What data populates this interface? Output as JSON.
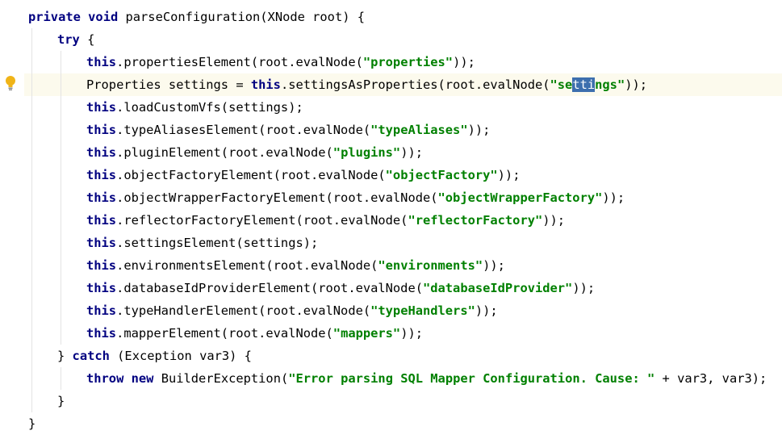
{
  "colors": {
    "keyword": "#000080",
    "string": "#008000",
    "text": "#000000",
    "current_line": "#fcfaed",
    "selection": "#3d6fae",
    "bulb": "#f0b418"
  },
  "gutter": {
    "icon": "lightbulb-icon"
  },
  "lines": [
    {
      "indent": 0,
      "tokens": [
        {
          "t": "kw",
          "v": "private"
        },
        {
          "t": "plain",
          "v": " "
        },
        {
          "t": "kw",
          "v": "void"
        },
        {
          "t": "plain",
          "v": " parseConfiguration(XNode root) {"
        }
      ]
    },
    {
      "indent": 1,
      "tokens": [
        {
          "t": "kw",
          "v": "try"
        },
        {
          "t": "plain",
          "v": " {"
        }
      ]
    },
    {
      "indent": 2,
      "tokens": [
        {
          "t": "kw",
          "v": "this"
        },
        {
          "t": "plain",
          "v": ".propertiesElement(root.evalNode("
        },
        {
          "t": "str",
          "v": "\"properties\""
        },
        {
          "t": "plain",
          "v": "));"
        }
      ]
    },
    {
      "indent": 2,
      "current": true,
      "tokens": [
        {
          "t": "plain",
          "v": "Properties settings = "
        },
        {
          "t": "kw",
          "v": "this"
        },
        {
          "t": "plain",
          "v": ".settingsAsProperties(root.evalNode("
        },
        {
          "t": "str",
          "v": "\"se"
        },
        {
          "t": "sel",
          "v": "tti"
        },
        {
          "t": "str",
          "v": "ngs\""
        },
        {
          "t": "plain",
          "v": "));"
        }
      ]
    },
    {
      "indent": 2,
      "tokens": [
        {
          "t": "kw",
          "v": "this"
        },
        {
          "t": "plain",
          "v": ".loadCustomVfs(settings);"
        }
      ]
    },
    {
      "indent": 2,
      "tokens": [
        {
          "t": "kw",
          "v": "this"
        },
        {
          "t": "plain",
          "v": ".typeAliasesElement(root.evalNode("
        },
        {
          "t": "str",
          "v": "\"typeAliases\""
        },
        {
          "t": "plain",
          "v": "));"
        }
      ]
    },
    {
      "indent": 2,
      "tokens": [
        {
          "t": "kw",
          "v": "this"
        },
        {
          "t": "plain",
          "v": ".pluginElement(root.evalNode("
        },
        {
          "t": "str",
          "v": "\"plugins\""
        },
        {
          "t": "plain",
          "v": "));"
        }
      ]
    },
    {
      "indent": 2,
      "tokens": [
        {
          "t": "kw",
          "v": "this"
        },
        {
          "t": "plain",
          "v": ".objectFactoryElement(root.evalNode("
        },
        {
          "t": "str",
          "v": "\"objectFactory\""
        },
        {
          "t": "plain",
          "v": "));"
        }
      ]
    },
    {
      "indent": 2,
      "tokens": [
        {
          "t": "kw",
          "v": "this"
        },
        {
          "t": "plain",
          "v": ".objectWrapperFactoryElement(root.evalNode("
        },
        {
          "t": "str",
          "v": "\"objectWrapperFactory\""
        },
        {
          "t": "plain",
          "v": "));"
        }
      ]
    },
    {
      "indent": 2,
      "tokens": [
        {
          "t": "kw",
          "v": "this"
        },
        {
          "t": "plain",
          "v": ".reflectorFactoryElement(root.evalNode("
        },
        {
          "t": "str",
          "v": "\"reflectorFactory\""
        },
        {
          "t": "plain",
          "v": "));"
        }
      ]
    },
    {
      "indent": 2,
      "tokens": [
        {
          "t": "kw",
          "v": "this"
        },
        {
          "t": "plain",
          "v": ".settingsElement(settings);"
        }
      ]
    },
    {
      "indent": 2,
      "tokens": [
        {
          "t": "kw",
          "v": "this"
        },
        {
          "t": "plain",
          "v": ".environmentsElement(root.evalNode("
        },
        {
          "t": "str",
          "v": "\"environments\""
        },
        {
          "t": "plain",
          "v": "));"
        }
      ]
    },
    {
      "indent": 2,
      "tokens": [
        {
          "t": "kw",
          "v": "this"
        },
        {
          "t": "plain",
          "v": ".databaseIdProviderElement(root.evalNode("
        },
        {
          "t": "str",
          "v": "\"databaseIdProvider\""
        },
        {
          "t": "plain",
          "v": "));"
        }
      ]
    },
    {
      "indent": 2,
      "tokens": [
        {
          "t": "kw",
          "v": "this"
        },
        {
          "t": "plain",
          "v": ".typeHandlerElement(root.evalNode("
        },
        {
          "t": "str",
          "v": "\"typeHandlers\""
        },
        {
          "t": "plain",
          "v": "));"
        }
      ]
    },
    {
      "indent": 2,
      "tokens": [
        {
          "t": "kw",
          "v": "this"
        },
        {
          "t": "plain",
          "v": ".mapperElement(root.evalNode("
        },
        {
          "t": "str",
          "v": "\"mappers\""
        },
        {
          "t": "plain",
          "v": "));"
        }
      ]
    },
    {
      "indent": 1,
      "tokens": [
        {
          "t": "plain",
          "v": "} "
        },
        {
          "t": "kw",
          "v": "catch"
        },
        {
          "t": "plain",
          "v": " (Exception var3) {"
        }
      ]
    },
    {
      "indent": 2,
      "tokens": [
        {
          "t": "kw",
          "v": "throw"
        },
        {
          "t": "plain",
          "v": " "
        },
        {
          "t": "kw",
          "v": "new"
        },
        {
          "t": "plain",
          "v": " BuilderException("
        },
        {
          "t": "str",
          "v": "\"Error parsing SQL Mapper Configuration. Cause: \""
        },
        {
          "t": "plain",
          "v": " + var3, var3);"
        }
      ]
    },
    {
      "indent": 1,
      "tokens": [
        {
          "t": "plain",
          "v": "}"
        }
      ]
    },
    {
      "indent": 0,
      "tokens": [
        {
          "t": "plain",
          "v": "}"
        }
      ]
    }
  ]
}
